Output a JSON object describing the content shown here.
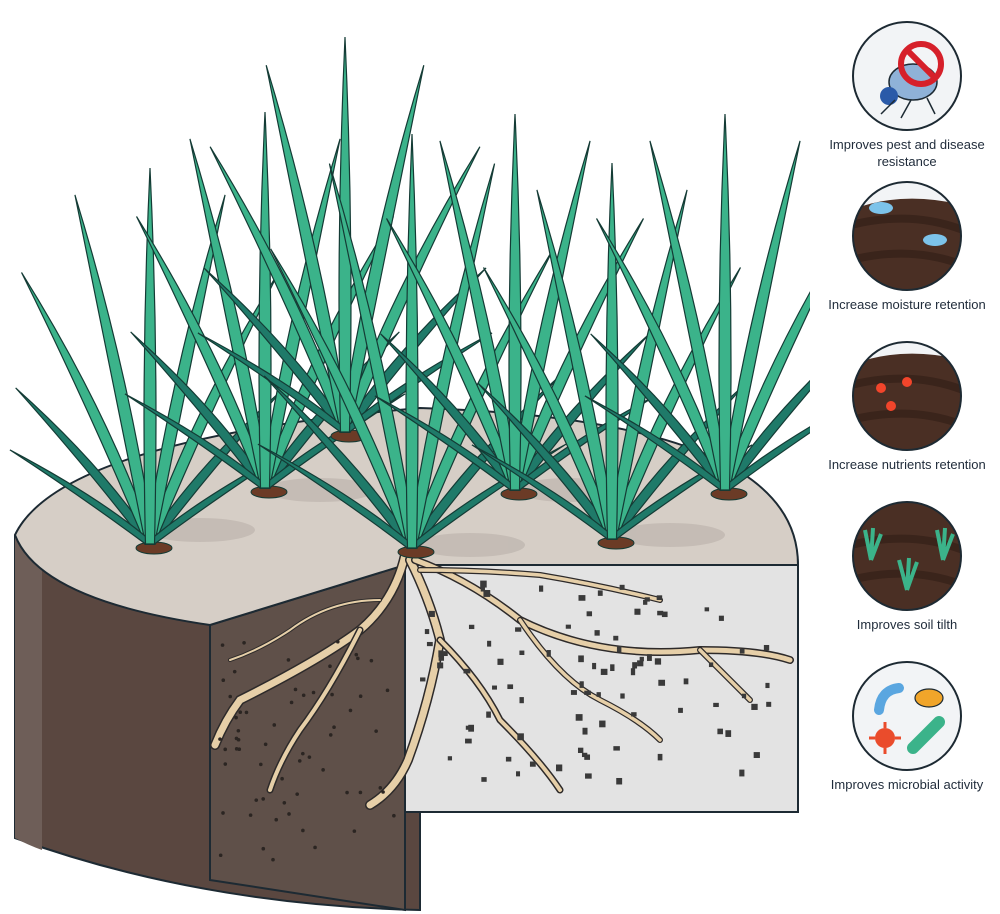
{
  "colors": {
    "leaf_light": "#3bb38a",
    "leaf_dark": "#1f7a69",
    "leaf_outline": "#143b35",
    "soil_top": "#d5cdc5",
    "soil_dark": "#4d3a33",
    "soil_side": "#6a5a53",
    "cutaway_bg": "#e2e2e2",
    "root": "#e6cfa8",
    "root_outline": "#2d2a2a",
    "outline": "#1d2a33",
    "text": "#1f2b3a"
  },
  "benefits": [
    {
      "icon": "pest-prohibited-icon",
      "label": "Improves pest and disease resistance"
    },
    {
      "icon": "water-droplets-soil-icon",
      "label": "Increase moisture retention"
    },
    {
      "icon": "nutrient-dots-soil-icon",
      "label": "Increase nutrients retention"
    },
    {
      "icon": "seedlings-soil-icon",
      "label": "Improves soil tilth"
    },
    {
      "icon": "microbes-icon",
      "label": "Improves microbial activity"
    }
  ]
}
